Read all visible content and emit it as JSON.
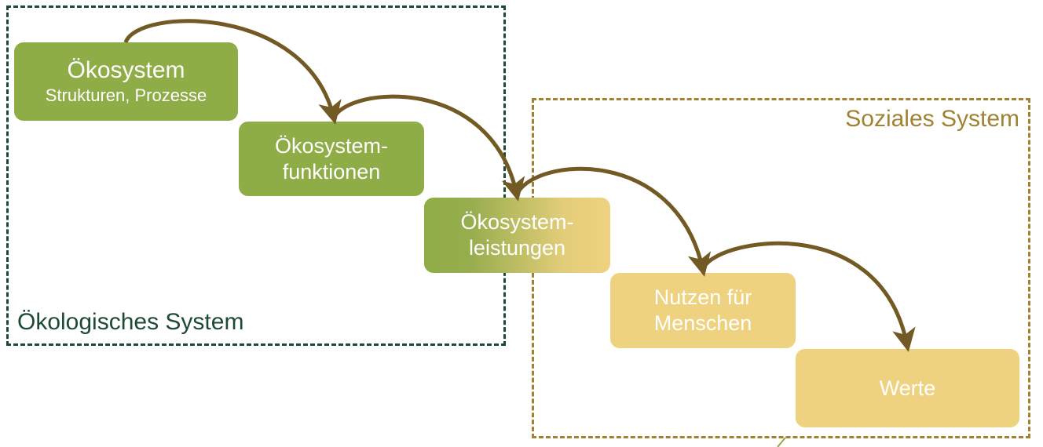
{
  "frames": {
    "ecological": {
      "label": "Ökologisches System",
      "color": "#1e4a33"
    },
    "social": {
      "label": "Soziales System",
      "color": "#a08232"
    }
  },
  "boxes": {
    "ecosystem": {
      "line1": "Ökosystem",
      "line2": "Strukturen, Prozesse",
      "color": "#8fad47"
    },
    "functions": {
      "line1": "Ökosystem-",
      "line2": "funktionen",
      "color": "#8fad47"
    },
    "services": {
      "line1": "Ökosystem-",
      "line2": "leistungen",
      "color_from": "#8fad47",
      "color_to": "#efd27f"
    },
    "benefits": {
      "line1": "Nutzen für",
      "line2": "Menschen",
      "color": "#efd27f"
    },
    "values": {
      "line1": "Werte",
      "color": "#efd27f"
    }
  },
  "arrow_color": "#735a24"
}
